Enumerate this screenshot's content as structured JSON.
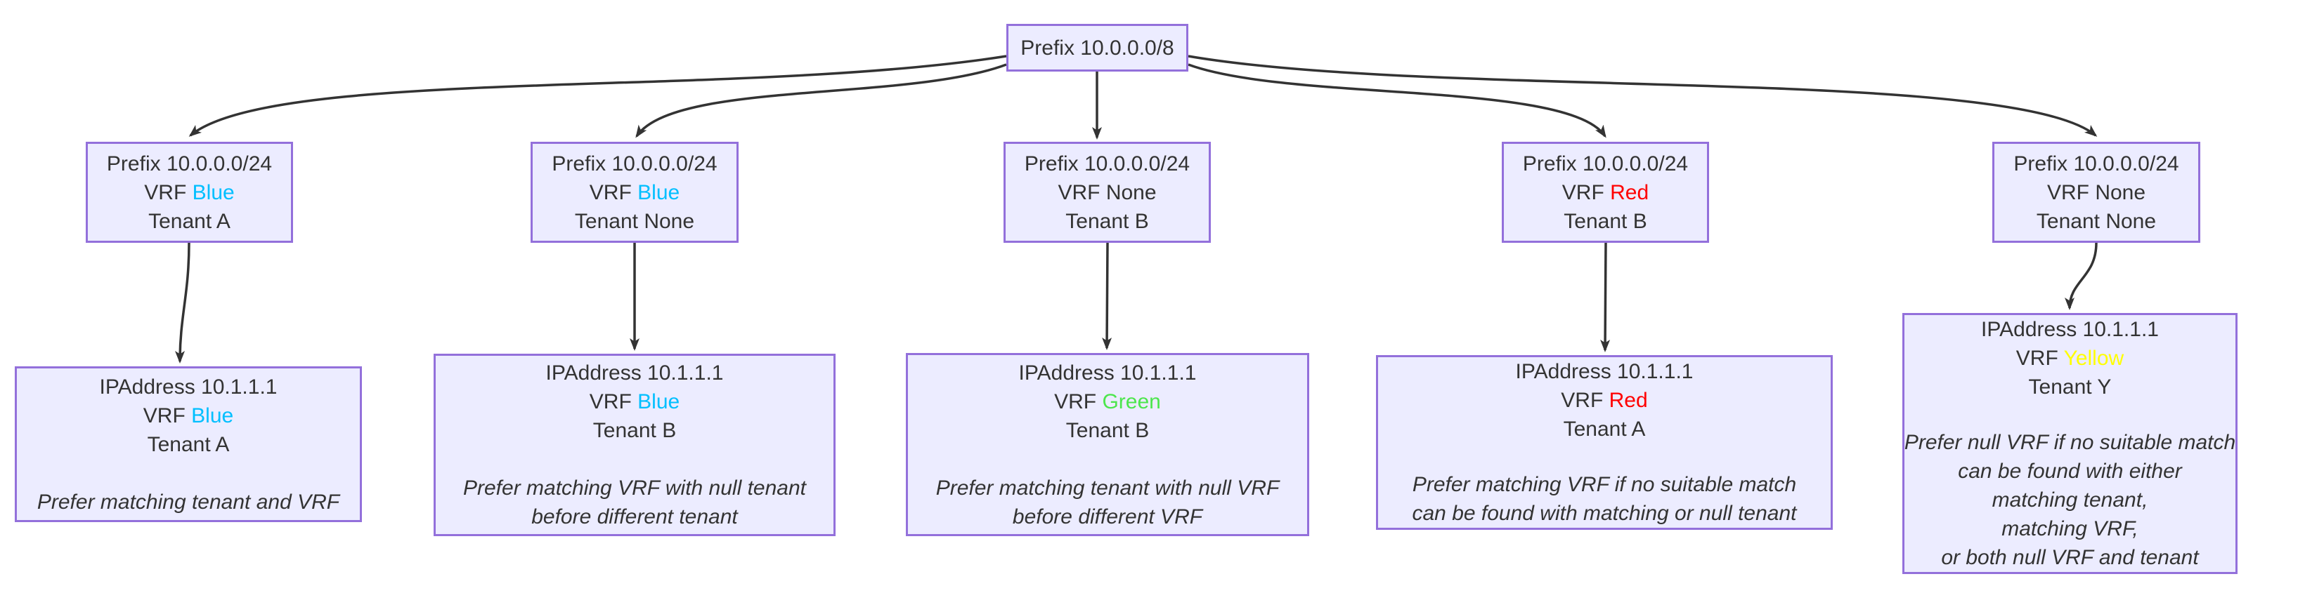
{
  "colors": {
    "node_fill": "#ECECFF",
    "node_border": "#9370DB",
    "text": "#333333",
    "edge": "#333333",
    "vrf_blue": "#00BFFF",
    "vrf_red": "#FF0000",
    "vrf_green": "#4CE64C",
    "vrf_yellow": "#FFFF00"
  },
  "root": {
    "label": "Prefix 10.0.0.0/8"
  },
  "prefixes": [
    {
      "title": "Prefix 10.0.0.0/24",
      "vrf_label": "VRF",
      "vrf_value": "Blue",
      "vrf_style": "color:#00BFFF",
      "tenant": "Tenant A"
    },
    {
      "title": "Prefix 10.0.0.0/24",
      "vrf_label": "VRF",
      "vrf_value": "Blue",
      "vrf_style": "color:#00BFFF",
      "tenant": "Tenant None"
    },
    {
      "title": "Prefix 10.0.0.0/24",
      "vrf_label": "VRF",
      "vrf_value": "None",
      "vrf_style": "color:#333333",
      "tenant": "Tenant B"
    },
    {
      "title": "Prefix 10.0.0.0/24",
      "vrf_label": "VRF",
      "vrf_value": "Red",
      "vrf_style": "color:#FF0000",
      "tenant": "Tenant B"
    },
    {
      "title": "Prefix 10.0.0.0/24",
      "vrf_label": "VRF",
      "vrf_value": "None",
      "vrf_style": "color:#333333",
      "tenant": "Tenant None"
    }
  ],
  "ipaddresses": [
    {
      "title": "IPAddress 10.1.1.1",
      "vrf_label": "VRF",
      "vrf_value": "Blue",
      "vrf_style": "color:#00BFFF",
      "tenant": "Tenant A",
      "note_lines": [
        "Prefer matching tenant and VRF"
      ]
    },
    {
      "title": "IPAddress 10.1.1.1",
      "vrf_label": "VRF",
      "vrf_value": "Blue",
      "vrf_style": "color:#00BFFF",
      "tenant": "Tenant B",
      "note_lines": [
        "Prefer matching VRF with null tenant",
        "before different tenant"
      ]
    },
    {
      "title": "IPAddress 10.1.1.1",
      "vrf_label": "VRF",
      "vrf_value": "Green",
      "vrf_style": "color:#4CE64C",
      "tenant": "Tenant B",
      "note_lines": [
        "Prefer matching tenant with null VRF",
        "before different VRF"
      ]
    },
    {
      "title": "IPAddress 10.1.1.1",
      "vrf_label": "VRF",
      "vrf_value": "Red",
      "vrf_style": "color:#FF0000",
      "tenant": "Tenant A",
      "note_lines": [
        "Prefer matching VRF if no suitable match",
        "can be found with matching or null tenant"
      ]
    },
    {
      "title": "IPAddress 10.1.1.1",
      "vrf_label": "VRF",
      "vrf_value": "Yellow",
      "vrf_style": "color:#FFFF00",
      "tenant": "Tenant Y",
      "note_lines": [
        "Prefer null VRF if no suitable match",
        "can be found with either",
        "matching tenant,",
        "matching VRF,",
        "or both null VRF and tenant"
      ]
    }
  ]
}
